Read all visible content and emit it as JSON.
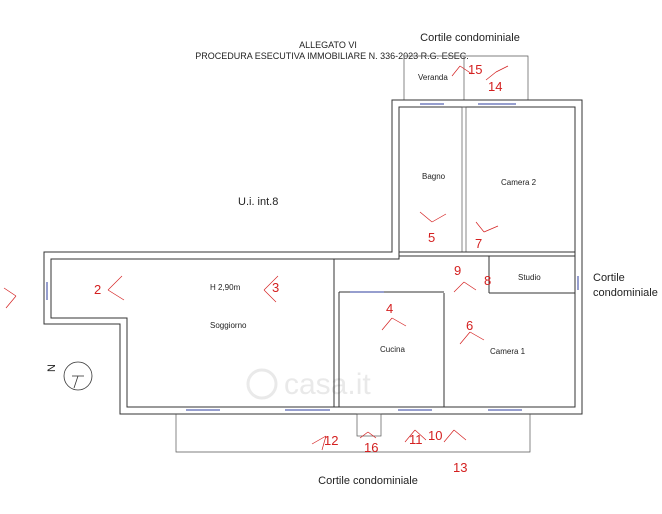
{
  "header": {
    "line1": "ALLEGATO VI",
    "line2": "PROCEDURA ESECUTIVA IMMOBILIARE N. 336-2023 R.G. ESEC."
  },
  "unit_label": "U.i.  int.8",
  "ceiling_height": "H 2,90m",
  "rooms": {
    "veranda": "Veranda",
    "bagno": "Bagno",
    "camera2": "Camera 2",
    "studio": "Studio",
    "soggiorno": "Soggiorno",
    "cucina": "Cucina",
    "camera1": "Camera 1"
  },
  "courtyards": {
    "top": "Cortile condominiale",
    "right_line1": "Cortile",
    "right_line2": "condominiale",
    "bottom": "Cortile condominiale"
  },
  "north_label": "N",
  "watermark": "casa.it",
  "viewpoints": [
    "2",
    "3",
    "4",
    "5",
    "6",
    "7",
    "8",
    "9",
    "10",
    "11",
    "12",
    "13",
    "14",
    "15",
    "16"
  ],
  "colors": {
    "wall": "#333333",
    "window": "#2c3c9c",
    "viewpoint": "#d42020"
  }
}
